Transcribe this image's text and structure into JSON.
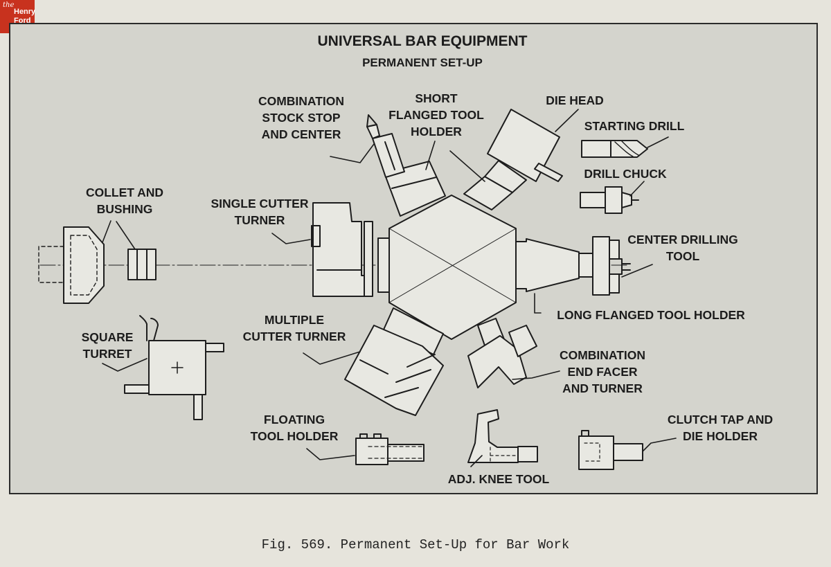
{
  "logo": {
    "line1": "the",
    "line2": "Henry",
    "line3": "Ford"
  },
  "title": "UNIVERSAL BAR EQUIPMENT",
  "subtitle": "PERMANENT SET-UP",
  "labels": {
    "combination_stock_stop": "COMBINATION\nSTOCK STOP\nAND CENTER",
    "short_flanged": "SHORT\nFLANGED TOOL\nHOLDER",
    "die_head": "DIE HEAD",
    "starting_drill": "STARTING DRILL",
    "drill_chuck": "DRILL CHUCK",
    "collet_bushing": "COLLET AND\nBUSHING",
    "single_cutter": "SINGLE CUTTER\nTURNER",
    "center_drilling": "CENTER DRILLING\nTOOL",
    "long_flanged": "LONG FLANGED TOOL HOLDER",
    "multiple_cutter": "MULTIPLE\nCUTTER TURNER",
    "square_turret": "SQUARE\nTURRET",
    "combination_end_facer": "COMBINATION\nEND FACER\nAND TURNER",
    "floating_tool": "FLOATING\nTOOL HOLDER",
    "clutch_tap": "CLUTCH TAP AND\nDIE HOLDER",
    "adj_knee": "ADJ. KNEE TOOL"
  },
  "caption": "Fig. 569.  Permanent Set-Up for Bar Work"
}
